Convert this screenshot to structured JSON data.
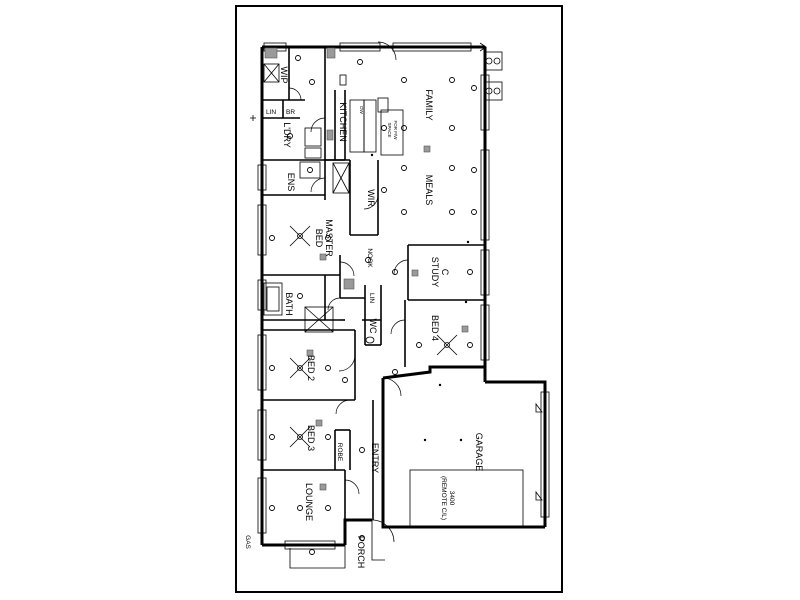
{
  "rooms": {
    "wip": "WIP",
    "lin1": "LIN",
    "br": "BR",
    "laundry": "L'DRY",
    "kitchen": "KITCHEN",
    "family": "FAMILY",
    "meals": "MEALS",
    "ens": "ENS",
    "wir": "WIR",
    "master_bed_1": "MASTER",
    "master_bed_2": "BED",
    "nook": "NOOK",
    "study_1": "STUDY",
    "study_2": "C",
    "bath": "BATH",
    "lin2": "LIN",
    "wc": "WC",
    "bed4": "BED 4",
    "bed2": "BED 2",
    "bed3": "BED 3",
    "robe": "ROBE",
    "entry": "ENTRY",
    "garage": "GARAGE",
    "remote": "(REMOTE C/L)",
    "garage_width": "3400",
    "lounge": "LOUNGE",
    "porch": "PORCH",
    "gas": "GAS",
    "fridge_1": "SPACE",
    "fridge_2": "FOR F/W",
    "dw": "DW"
  }
}
